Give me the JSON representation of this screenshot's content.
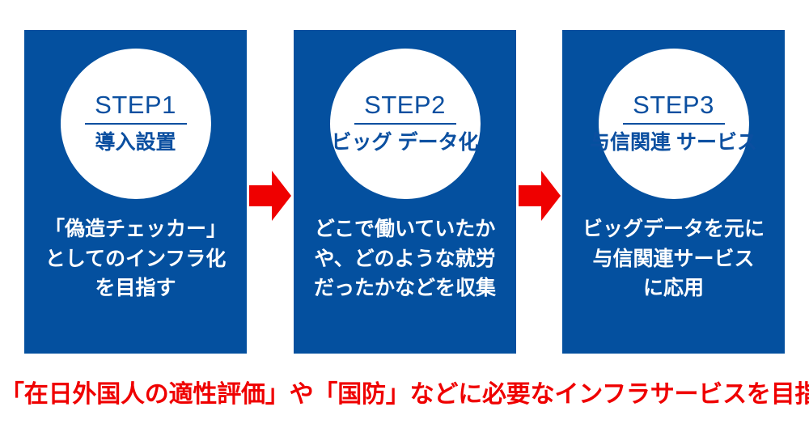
{
  "diagram": {
    "colors": {
      "panel_blue": "#04509F",
      "step_text_blue": "#0B4FA0",
      "arrow_red": "#EF0000",
      "caption_red": "#EF0000",
      "circle_white": "#FFFFFF",
      "background": "#FFFFFF"
    },
    "steps": [
      {
        "step_label": "STEP1",
        "circle_caption_lines": [
          "導入設置"
        ],
        "body_lines": [
          "「偽造チェッカー」",
          "としてのインフラ化",
          "を目指す"
        ]
      },
      {
        "step_label": "STEP2",
        "circle_caption_lines": [
          "ビッグ",
          "データ化"
        ],
        "body_lines": [
          "どこで働いていたか",
          "や、どのような就労",
          "だったかなどを収集"
        ]
      },
      {
        "step_label": "STEP3",
        "circle_caption_lines": [
          "与信関連",
          "サービス"
        ],
        "body_lines": [
          "ビッグデータを元に",
          "与信関連サービス",
          "に応用"
        ]
      }
    ],
    "arrows": [
      {
        "icon": "arrow-right-icon",
        "direction": "right"
      },
      {
        "icon": "arrow-right-icon",
        "direction": "right"
      }
    ],
    "bottom_caption": "「在日外国人の適性評価」や「国防」などに必要なインフラサービスを目指す"
  }
}
